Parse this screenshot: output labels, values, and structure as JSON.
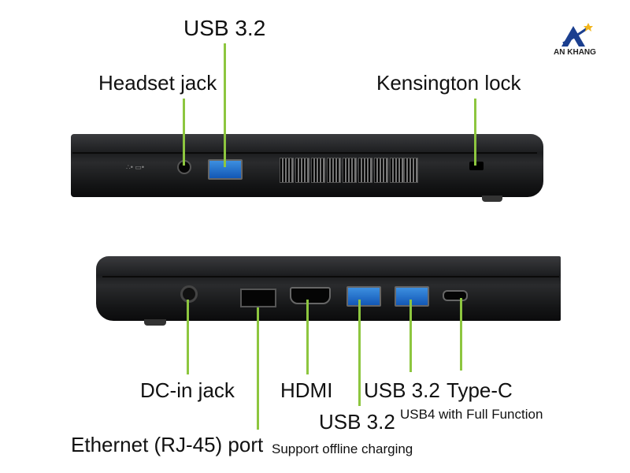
{
  "logo": {
    "brand": "AN KHANG"
  },
  "top_view": {
    "labels": {
      "usb": "USB 3.2",
      "headset": "Headset jack",
      "kensington": "Kensington lock"
    }
  },
  "bottom_view": {
    "labels": {
      "dc_in": "DC-in jack",
      "hdmi": "HDMI",
      "usb_right": "USB 3.2",
      "type_c": "Type-C",
      "type_c_note": "USB4 with Full Function",
      "usb_left": "USB 3.2",
      "ethernet": "Ethernet (RJ-45) port",
      "usb_left_note": "Support offline charging"
    }
  },
  "colors": {
    "callout_line": "#8dc63f",
    "usb_port": "#2a74cf"
  }
}
